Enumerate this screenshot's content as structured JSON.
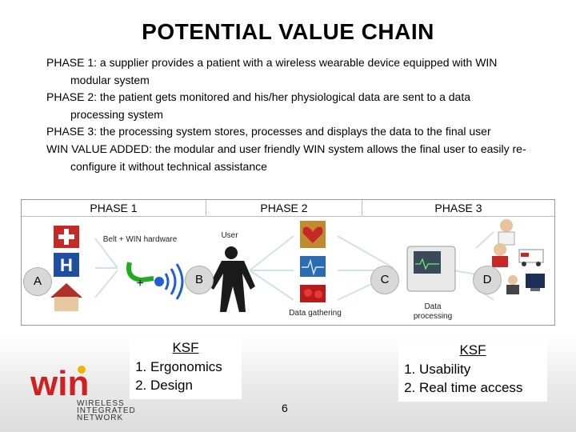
{
  "title": "POTENTIAL VALUE CHAIN",
  "phases": [
    {
      "label": "PHASE 1:",
      "text": " a supplier provides a patient with a wireless wearable device equipped with WIN modular system"
    },
    {
      "label": "PHASE 2:",
      "text": " the patient gets monitored and his/her physiological data are sent to a data processing system"
    },
    {
      "label": "PHASE 3:",
      "text": " the processing system stores, processes and displays the data to the final user"
    },
    {
      "label": "WIN VALUE ADDED:",
      "text": " the modular and user friendly WIN system allows the final user to easily re-configure it without technical assistance"
    }
  ],
  "diagram": {
    "headers": [
      "PHASE 1",
      "PHASE 2",
      "PHASE 3"
    ],
    "nodes": [
      "A",
      "B",
      "C",
      "D"
    ],
    "labels": {
      "hardware": "Belt + WIN  hardware",
      "user": "User",
      "plus": "+",
      "data_gathering": "Data gathering",
      "data_processing_1": "Data",
      "data_processing_2": "processing"
    }
  },
  "ksf_left": {
    "heading": "KSF",
    "items": [
      "Ergonomics",
      "Design"
    ]
  },
  "ksf_right": {
    "heading": "KSF",
    "items": [
      "Usability",
      "Real time access"
    ]
  },
  "page_number": "6",
  "logo": {
    "mark": "win",
    "lines": [
      "WIRELESS",
      "INTEGRATED",
      "NETWORK"
    ]
  },
  "colors": {
    "logo_red": "#d0201f",
    "logo_yellow": "#f0b400",
    "arrow": "#cfe2ec"
  }
}
